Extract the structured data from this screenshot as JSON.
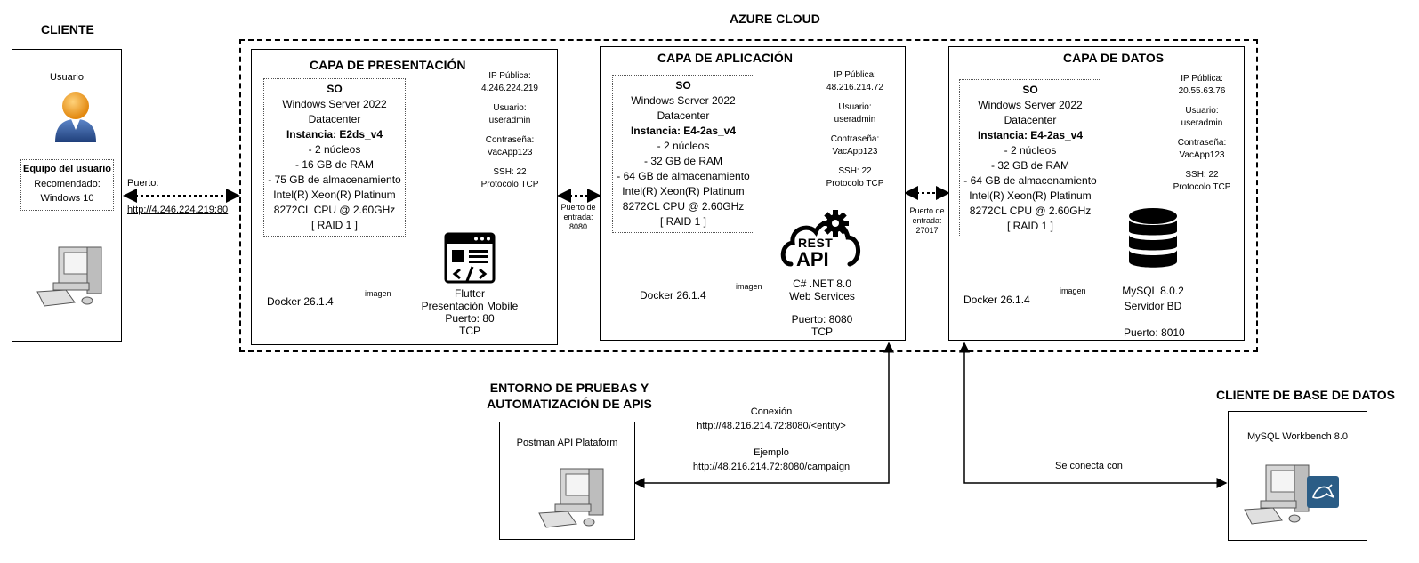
{
  "azure_title": "AZURE CLOUD",
  "client": {
    "title": "CLIENTE",
    "user_label": "Usuario",
    "equip_title": "Equipo del usuario",
    "recommended": "Recomendado:",
    "os": "Windows 10",
    "icons": [
      "user-icon",
      "computer-icon"
    ]
  },
  "client_link": {
    "port_label": "Puerto:",
    "url": "http://4.246.224.219:80"
  },
  "presentation": {
    "title": "CAPA DE PRESENTACIÓN",
    "specs": [
      "SO",
      "Windows Server 2022",
      "Datacenter",
      "Instancia: E2ds_v4",
      "- 2 núcleos",
      "- 16 GB de RAM",
      "- 75 GB de almacenamiento",
      "Intel(R) Xeon(R) Platinum",
      "8272CL CPU @ 2.60GHz",
      "[ RAID 1 ]"
    ],
    "info": {
      "ip_label": "IP Pública:",
      "ip": "4.246.224.219",
      "user_label": "Usuario:",
      "user": "useradmin",
      "pass_label": "Contraseña:",
      "pass": "VacApp123",
      "ssh": "SSH: 22",
      "protocol": "Protocolo TCP"
    },
    "docker": "Docker 26.1.4",
    "image_label": "imagen",
    "service": [
      "Flutter",
      "Presentación Mobile",
      "Puerto: 80",
      "TCP"
    ]
  },
  "link_pres_app": {
    "lines": [
      "Puerto de",
      "entrada:",
      "8080"
    ]
  },
  "application": {
    "title": "CAPA DE APLICACIÓN",
    "specs": [
      "SO",
      "Windows Server 2022",
      "Datacenter",
      "Instancia: E4-2as_v4",
      "- 2 núcleos",
      "- 32 GB de RAM",
      "- 64 GB de almacenamiento",
      "Intel(R) Xeon(R) Platinum",
      "8272CL CPU @ 2.60GHz",
      "[ RAID 1 ]"
    ],
    "info": {
      "ip_label": "IP Pública:",
      "ip": "48.216.214.72",
      "user_label": "Usuario:",
      "user": "useradmin",
      "pass_label": "Contraseña:",
      "pass": "VacApp123",
      "ssh": "SSH: 22",
      "protocol": "Protocolo TCP"
    },
    "docker": "Docker 26.1.4",
    "image_label": "imagen",
    "api_logo": [
      "REST",
      "API"
    ],
    "service": [
      "C# .NET 8.0",
      "Web Services",
      "Puerto: 8080",
      "TCP"
    ]
  },
  "link_app_data": {
    "lines": [
      "Puerto de",
      "entrada:",
      "27017"
    ]
  },
  "data_layer": {
    "title": "CAPA DE DATOS",
    "specs": [
      "SO",
      "Windows Server 2022",
      "Datacenter",
      "Instancia: E4-2as_v4",
      "- 2 núcleos",
      "- 32 GB de RAM",
      "- 64 GB de almacenamiento",
      "Intel(R) Xeon(R) Platinum",
      "8272CL CPU @ 2.60GHz",
      "[ RAID 1 ]"
    ],
    "info": {
      "ip_label": "IP Pública:",
      "ip": "20.55.63.76",
      "user_label": "Usuario:",
      "user": "useradmin",
      "pass_label": "Contraseña:",
      "pass": "VacApp123",
      "ssh": "SSH: 22",
      "protocol": "Protocolo TCP"
    },
    "docker": "Docker 26.1.4",
    "image_label": "imagen",
    "service": [
      "MySQL 8.0.2",
      "Servidor BD"
    ],
    "port": "Puerto: 8010"
  },
  "testing": {
    "title_lines": [
      "ENTORNO DE PRUEBAS Y",
      "AUTOMATIZACIÓN DE APIS"
    ],
    "box_label": "Postman API Plataform",
    "conn_label": "Conexión",
    "conn_url": "http://48.216.214.72:8080/<entity>",
    "example_label": "Ejemplo",
    "example_url": "http://48.216.214.72:8080/campaign"
  },
  "db_client": {
    "title": "CLIENTE DE BASE DE DATOS",
    "box_label": "MySQL Workbench 8.0",
    "connects_label": "Se conecta con"
  }
}
